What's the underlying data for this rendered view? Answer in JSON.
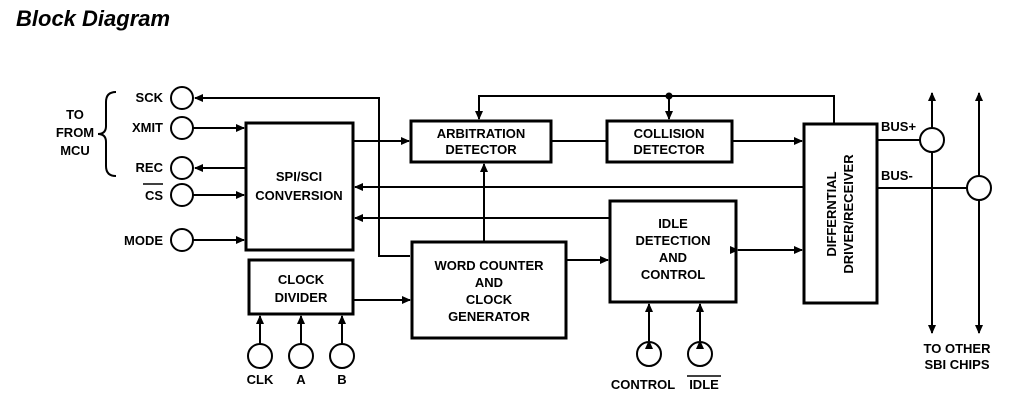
{
  "title": "Block Diagram",
  "mcu_label": [
    "TO",
    "FROM",
    "MCU"
  ],
  "pins": {
    "sck": "SCK",
    "xmit": "XMIT",
    "rec": "REC",
    "cs": "CS",
    "mode": "MODE",
    "clk": "CLK",
    "a": "A",
    "b": "B",
    "control": "CONTROL",
    "idle": "IDLE",
    "bus_plus": "BUS+",
    "bus_minus": "BUS-"
  },
  "blocks": {
    "spi_sci": [
      "SPI/SCI",
      "CONVERSION"
    ],
    "clock_divider": [
      "CLOCK",
      "DIVIDER"
    ],
    "arbitration": [
      "ARBITRATION",
      "DETECTOR"
    ],
    "collision": [
      "COLLISION",
      "DETECTOR"
    ],
    "word_counter": [
      "WORD COUNTER",
      "AND",
      "CLOCK",
      "GENERATOR"
    ],
    "idle_detection": [
      "IDLE",
      "DETECTION",
      "AND",
      "CONTROL"
    ],
    "differential": [
      "DIFFERNTIAL",
      "DRIVER/RECEIVER"
    ]
  },
  "other_chips": [
    "TO OTHER",
    "SBI CHIPS"
  ]
}
